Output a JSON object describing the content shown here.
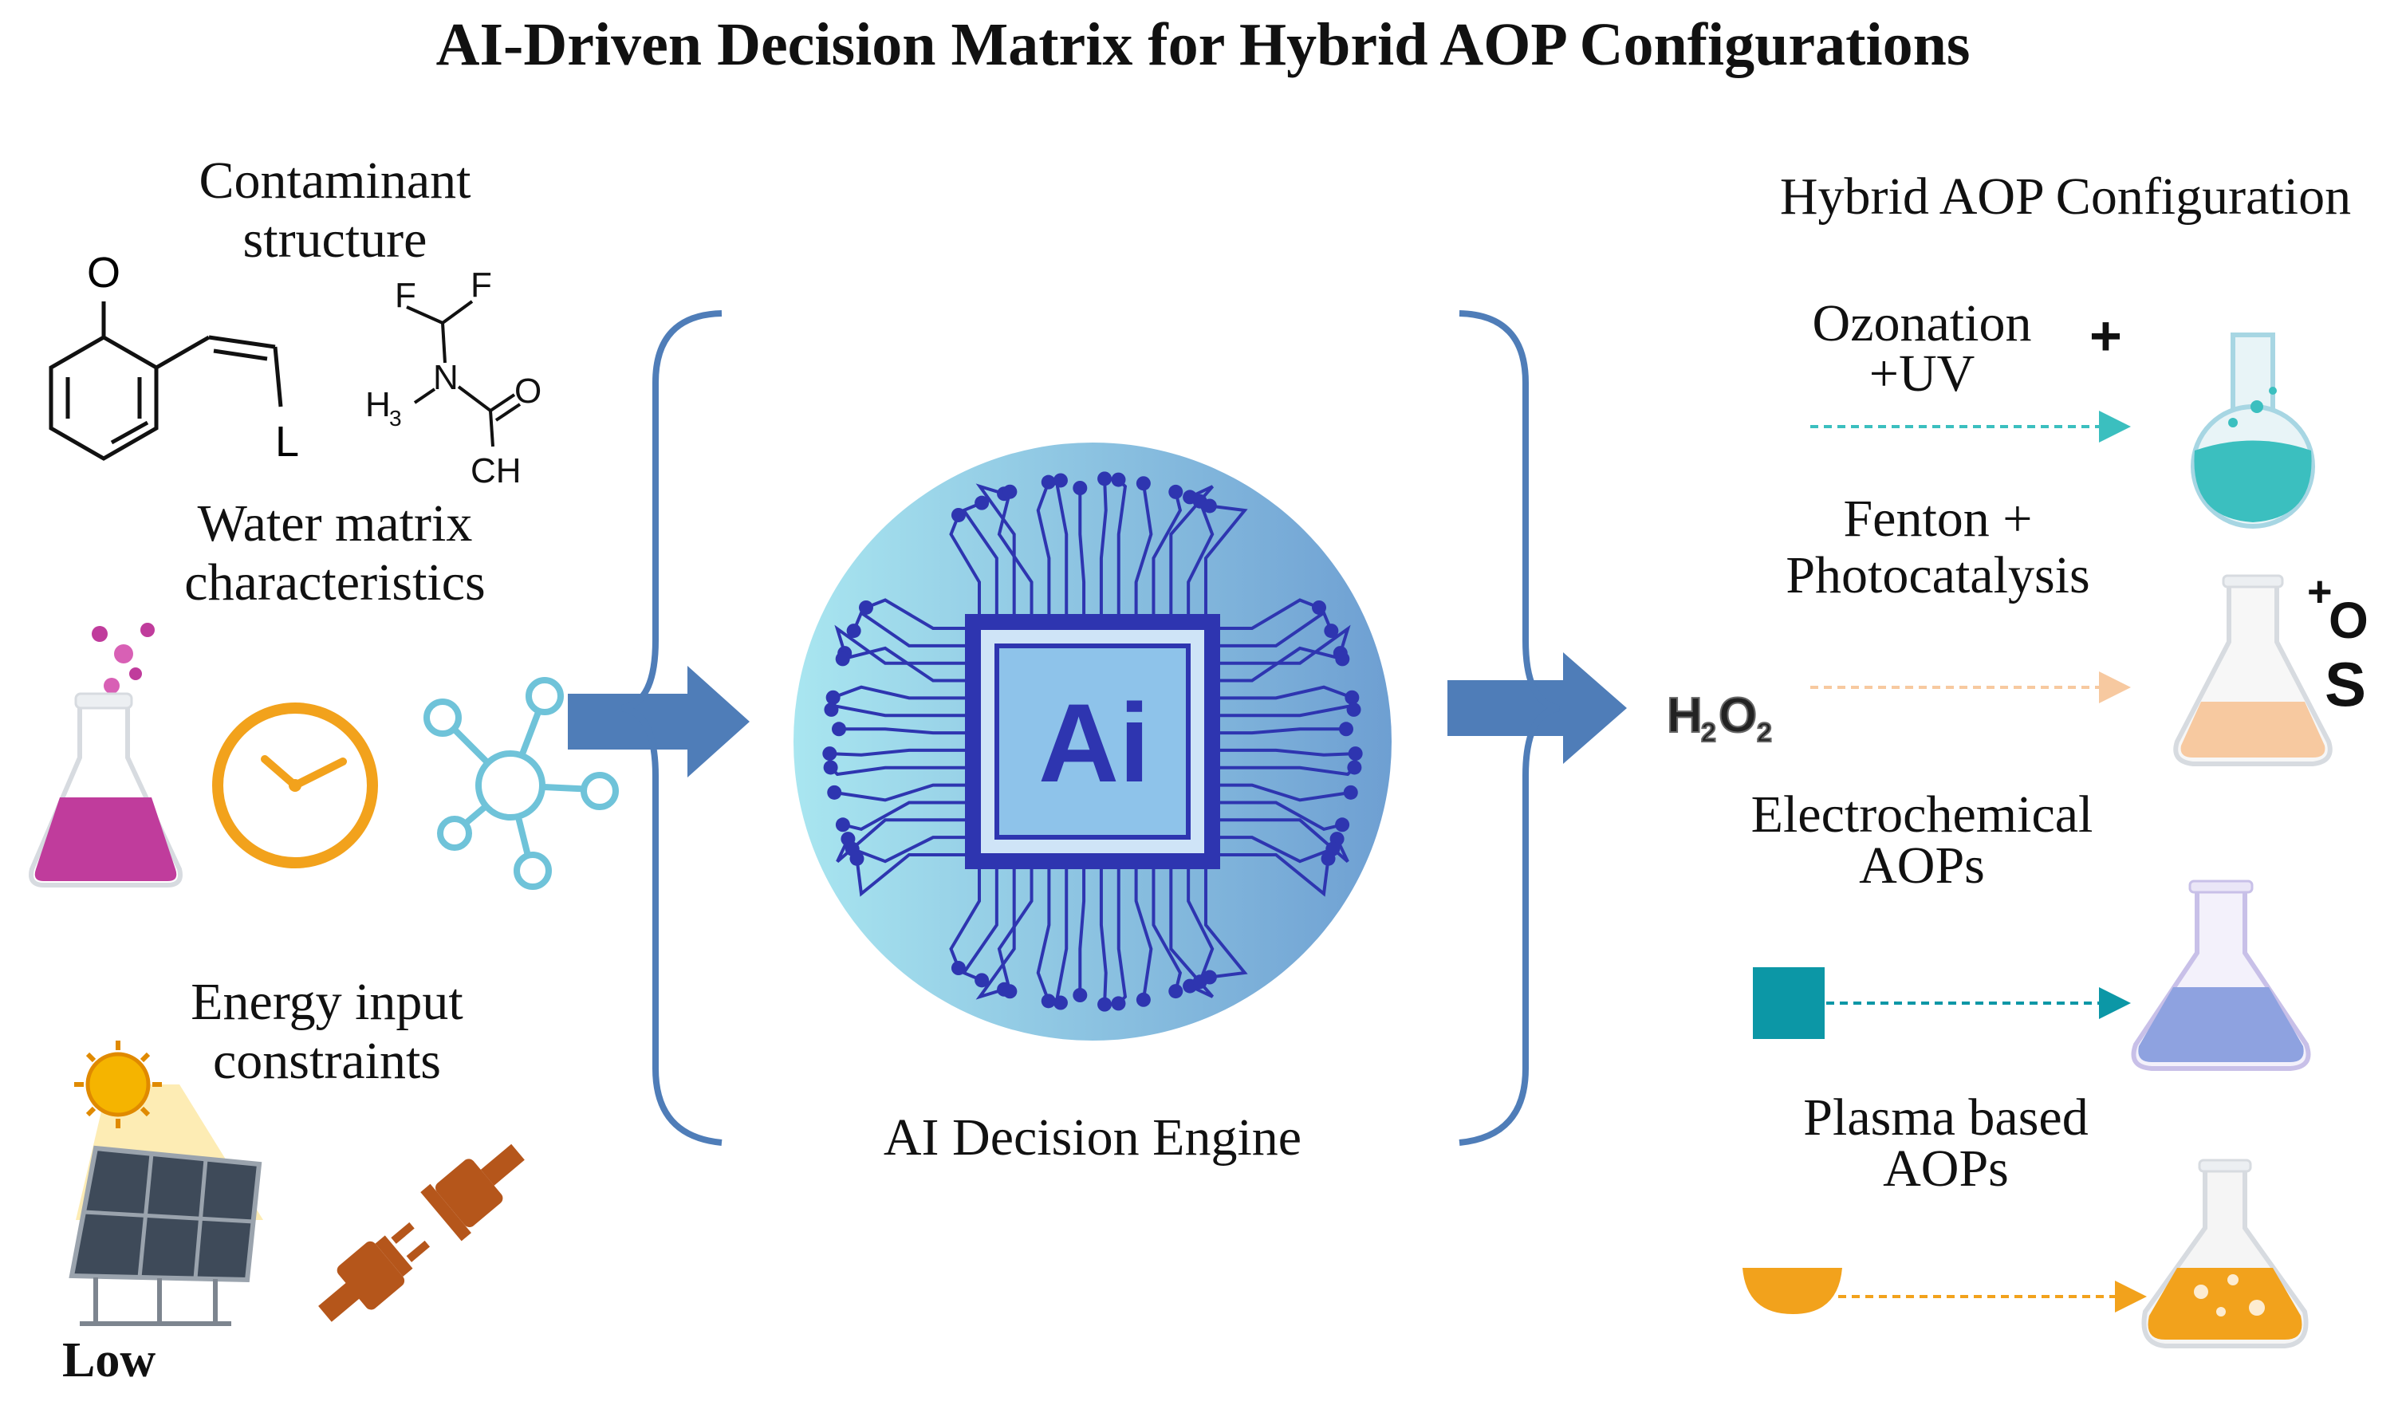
{
  "title": "AI-Driven Decision Matrix for Hybrid AOP Configurations",
  "inputs": {
    "contaminant": "Contaminant\nstructure",
    "water_matrix": "Water matrix\ncharacteristics",
    "energy": "Energy input\nconstraints",
    "low": "Low"
  },
  "molecules": {
    "oxygen_atom": "O",
    "leaving_group": "L",
    "fluorine_1": "F",
    "fluorine_2": "F",
    "nitrogen": "N",
    "methyl": "H",
    "methyl_sub": "3",
    "carbonyl_oxygen": "O",
    "ch_group": "CH"
  },
  "engine": {
    "chip_label": "Ai",
    "caption": "AI Decision Engine"
  },
  "outputs": {
    "heading": "Hybrid AOP Configuration",
    "items": [
      {
        "label": "Ozonation\n+UV",
        "color": "#3bbfbf"
      },
      {
        "label": "Fenton +\nPhotocatalysis",
        "color": "#f7c9a0"
      },
      {
        "label": "Electrochemical\nAOPs",
        "color": "#0c97a6"
      },
      {
        "label": "Plasma based\nAOPs",
        "color": "#f2a21c"
      }
    ],
    "ozonation_plus": "+",
    "h2o2": {
      "h": "H",
      "two_a": "2",
      "o": "O",
      "two_b": "2"
    },
    "oxidant_plus": "+",
    "oxidant_o": "O",
    "oxidant_s": "S"
  },
  "colors": {
    "arrow": "#4f7db8",
    "bracket": "#4f7db8",
    "circuit": "#2e35b0",
    "circle_light": "#a9e6f0",
    "circle_dark": "#6e9fd2",
    "clock": "#f2a21c",
    "plug": "#b5561b",
    "flask_pink": "#c03c9c",
    "molecule_blue": "#6fc3d9"
  }
}
